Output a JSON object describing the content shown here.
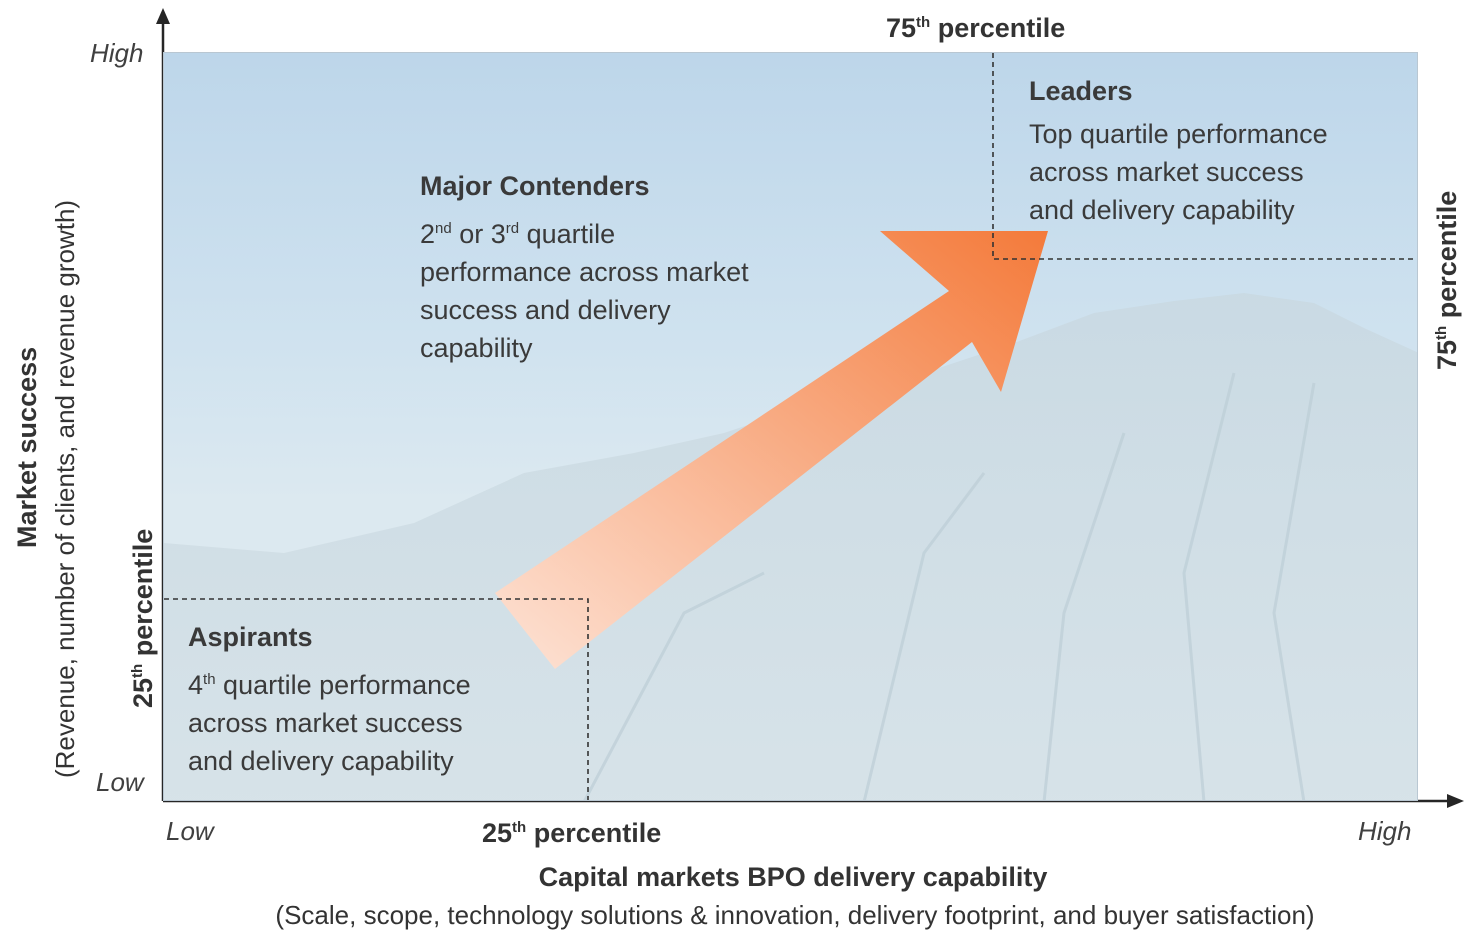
{
  "axes": {
    "y_high": "High",
    "y_low": "Low",
    "x_low": "Low",
    "x_high": "High",
    "y_title": "Market success",
    "y_subtitle": "(Revenue, number of clients, and revenue growth)",
    "x_title": "Capital markets BPO delivery capability",
    "x_subtitle": "(Scale, scope, technology solutions & innovation, delivery footprint, and buyer satisfaction)"
  },
  "percentiles": {
    "p75_num": "75",
    "p25_num": "25",
    "suffix": "th",
    "word": "percentile"
  },
  "quadrants": {
    "leaders": {
      "title": "Leaders",
      "lines": [
        "Top quartile performance",
        "across market success",
        "and delivery capability"
      ]
    },
    "major": {
      "title": "Major Contenders",
      "n1": "2",
      "s1": "nd",
      "mid": " or ",
      "n2": "3",
      "s2": "rd",
      "end": " quartile",
      "lines": [
        "performance across market",
        "success and delivery",
        "capability"
      ]
    },
    "aspirants": {
      "title": "Aspirants",
      "n": "4",
      "s": "th",
      "first": " quartile performance",
      "lines": [
        "across market success",
        "and delivery capability"
      ]
    }
  },
  "colors": {
    "arrow_start": "#fde3d6",
    "arrow_end": "#f47a3a",
    "axis": "#262626",
    "dashed": "#333333"
  }
}
